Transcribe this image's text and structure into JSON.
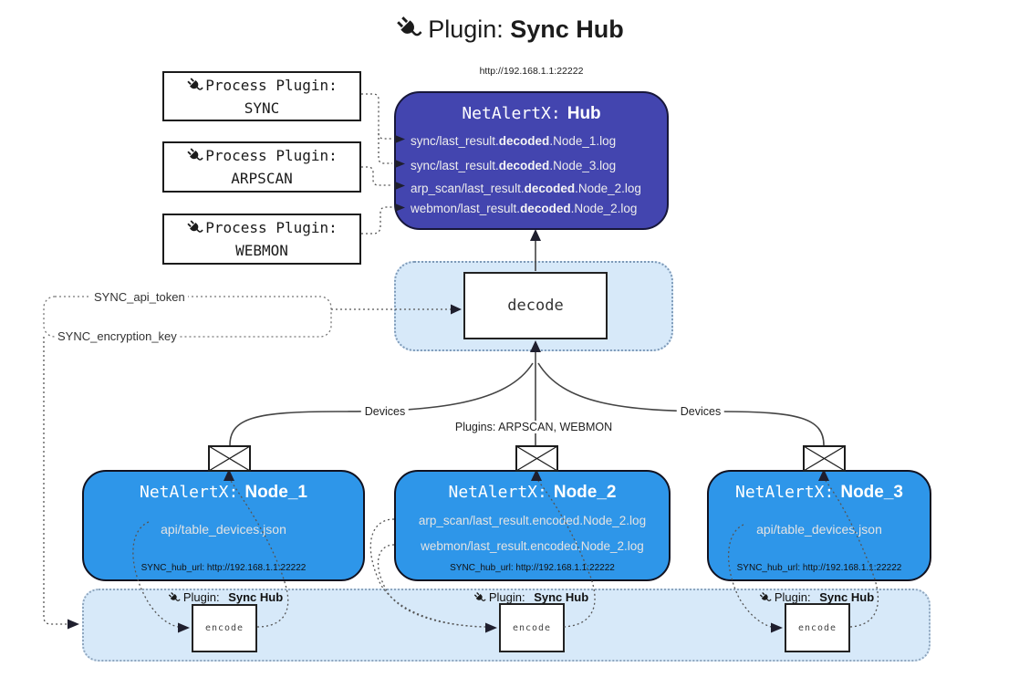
{
  "title": {
    "prefix": "Plugin:",
    "name": "Sync Hub"
  },
  "process_plugins": [
    {
      "label": "Process Plugin:",
      "name": "SYNC"
    },
    {
      "label": "Process Plugin:",
      "name": "ARPSCAN"
    },
    {
      "label": "Process Plugin:",
      "name": "WEBMON"
    }
  ],
  "hub": {
    "url": "http://192.168.1.1:22222",
    "title_prefix": "NetAlertX:",
    "title_name": "Hub",
    "logs": [
      {
        "pre": "sync/last_result.",
        "bold": "decoded",
        "post": ".Node_1.log"
      },
      {
        "pre": "sync/last_result.",
        "bold": "decoded",
        "post": ".Node_3.log"
      },
      {
        "pre": "arp_scan/last_result.",
        "bold": "decoded",
        "post": ".Node_2.log"
      },
      {
        "pre": "webmon/last_result.",
        "bold": "decoded",
        "post": ".Node_2.log"
      }
    ]
  },
  "decode": {
    "label": "decode"
  },
  "settings": {
    "api_token": "SYNC_api_token",
    "encryption_key": "SYNC_encryption_key"
  },
  "edges": {
    "devices": "Devices",
    "plugins": "Plugins: ARPSCAN, WEBMON"
  },
  "nodes": [
    {
      "title_prefix": "NetAlertX:",
      "title_name": "Node_1",
      "lines": [
        "api/table_devices.json"
      ],
      "hub_url": "SYNC_hub_url: http://192.168.1.1:22222"
    },
    {
      "title_prefix": "NetAlertX:",
      "title_name": "Node_2",
      "lines": [
        "arp_scan/last_result.encoded.Node_2.log",
        "webmon/last_result.encoded.Node_2.log"
      ],
      "hub_url": "SYNC_hub_url: http://192.168.1.1:22222"
    },
    {
      "title_prefix": "NetAlertX:",
      "title_name": "Node_3",
      "lines": [
        "api/table_devices.json"
      ],
      "hub_url": "SYNC_hub_url: http://192.168.1.1:22222"
    }
  ],
  "encoders": [
    {
      "plugin_prefix": "Plugin:",
      "plugin_name": "Sync Hub",
      "label": "encode"
    },
    {
      "plugin_prefix": "Plugin:",
      "plugin_name": "Sync Hub",
      "label": "encode"
    },
    {
      "plugin_prefix": "Plugin:",
      "plugin_name": "Sync Hub",
      "label": "encode"
    }
  ],
  "icons": {
    "plug": "plug-icon",
    "envelope": "envelope-icon"
  },
  "colors": {
    "hub_fill": "#4345AF",
    "node_fill": "#2E96E9",
    "panel_fill": "#D7E9F9",
    "panel_border": "#7E9AB8",
    "line": "#555555",
    "arrow": "#1F1F2E"
  }
}
